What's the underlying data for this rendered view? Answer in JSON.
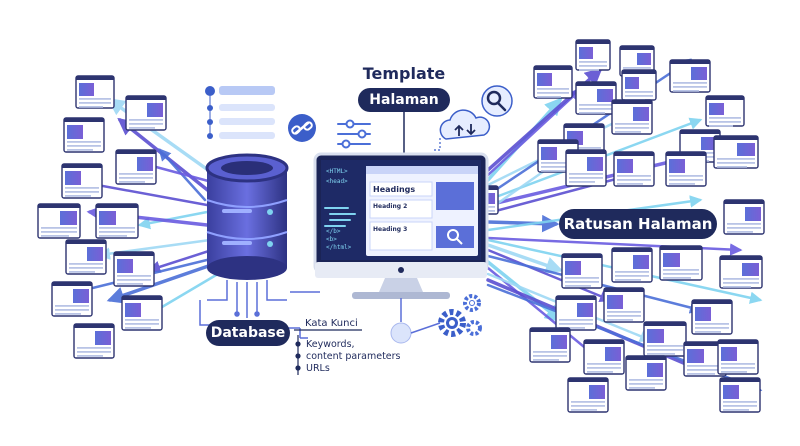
{
  "labels": {
    "template_line1": "Template",
    "template_line2": "Halaman",
    "ratusan": "Ratusan Halaman",
    "database": "Database",
    "kata_kunci": "Kata Kunci",
    "bullets": [
      "Keywords,",
      "content parameters",
      "URLs"
    ],
    "code_lines": [
      "<HTML>",
      "<head>",
      "</b>",
      "<b>",
      "</html>"
    ],
    "headings": [
      "Headings",
      "Heading 2",
      "Heading 3"
    ]
  },
  "colors": {
    "navy": "#1f2a5c",
    "purple": "#5b4fd1",
    "blue": "#4b6fd8",
    "cyan": "#7fd3f0",
    "screen": "#1b2456",
    "db_top": "#3a3f9e",
    "db_body": "#4c52b8"
  },
  "icons": [
    "link-icon",
    "search-icon",
    "cloud-sync-icon",
    "gear-icon",
    "sliders-icon",
    "list-icon"
  ]
}
